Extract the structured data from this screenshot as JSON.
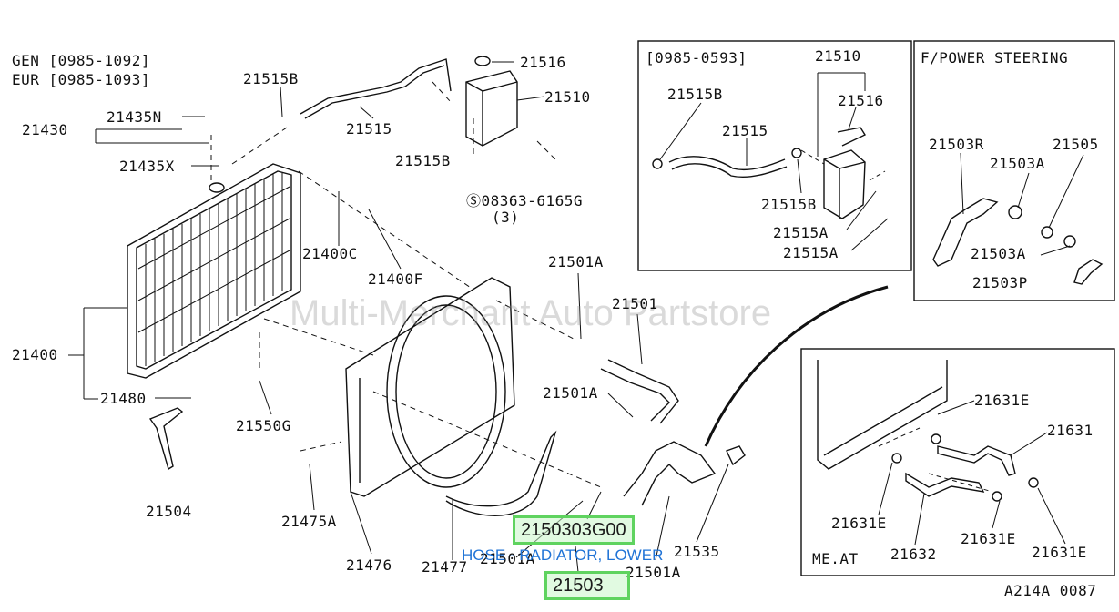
{
  "header": {
    "gen": "GEN [0985-1092]",
    "eur": "EUR [0985-1093]"
  },
  "watermark": "Multi-Merchant Auto Partstore",
  "figure_code": "A214A 0087",
  "main_labels": {
    "p21515B_top": "21515B",
    "p21516": "21516",
    "p21510": "21510",
    "p21515": "21515",
    "p21430": "21430",
    "p21435N": "21435N",
    "p21515B_mid": "21515B",
    "p21435X": "21435X",
    "p08363": "08363-6165G",
    "p08363_qty": "(3)",
    "p21400C": "21400C",
    "p21400F": "21400F",
    "p21501A_top": "21501A",
    "p21501": "21501",
    "p21400": "21400",
    "p21480": "21480",
    "p21501A_mid": "21501A",
    "p21550G": "21550G",
    "p21504": "21504",
    "p21475A": "21475A",
    "p21476": "21476",
    "p21477": "21477",
    "p21501A_low": "21501A",
    "p21501A_low2": "21501A",
    "p21535": "21535"
  },
  "inset_top": {
    "range": "[0985-0593]",
    "p21510": "21510",
    "p21515B_a": "21515B",
    "p21516": "21516",
    "p21515": "21515",
    "p21515B_b": "21515B",
    "p21515A_a": "21515A",
    "p21515A_b": "21515A"
  },
  "inset_ps": {
    "title": "F/POWER STEERING",
    "p21503R": "21503R",
    "p21505": "21505",
    "p21503A_a": "21503A",
    "p21503A_b": "21503A",
    "p21503P": "21503P"
  },
  "inset_meat": {
    "title": "ME.AT",
    "p21631E_a": "21631E",
    "p21631": "21631",
    "p21631E_b": "21631E",
    "p21632": "21632",
    "p21631E_c": "21631E",
    "p21631E_d": "21631E"
  },
  "highlight": {
    "part_number": "2150303G00",
    "description": "HOSE - RADIATOR, LOWER",
    "ref": "21503"
  }
}
